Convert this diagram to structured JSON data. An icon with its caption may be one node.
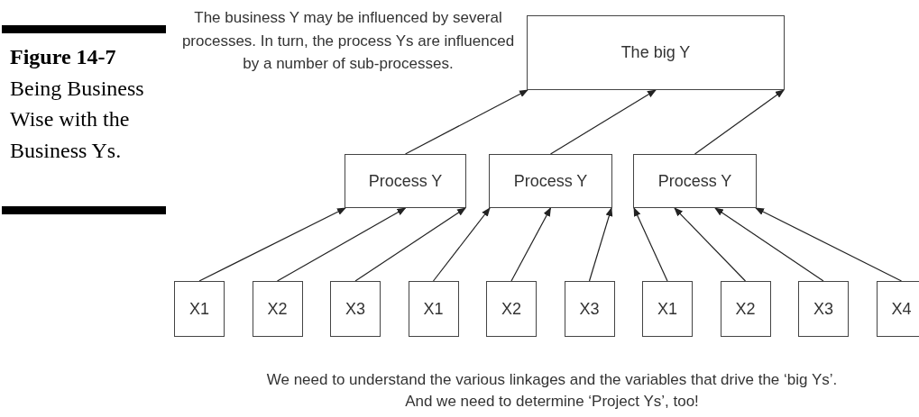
{
  "diagram": {
    "caption": "**Figure 14-7** Being Business Wise with the Business Ys.",
    "nodes": [
      {
        "text": [
          "The big Y"
        ]
      },
      {
        "text": [
          "Process Y"
        ]
      },
      {
        "text": [
          "Process Y"
        ]
      },
      {
        "text": [
          "Process Y"
        ]
      },
      {
        "text": [
          "X1"
        ]
      },
      {
        "text": [
          "X2"
        ]
      },
      {
        "text": [
          "X3"
        ]
      },
      {
        "text": [
          "X1"
        ]
      },
      {
        "text": [
          "X2"
        ]
      },
      {
        "text": [
          "X3"
        ]
      },
      {
        "text": [
          "X1"
        ]
      },
      {
        "text": [
          "X2"
        ]
      },
      {
        "text": [
          "X3"
        ]
      },
      {
        "text": [
          "X4"
        ]
      }
    ],
    "edges": [
      {
        "from": 1,
        "to": 0,
        "arrow": "to"
      },
      {
        "from": 2,
        "to": 0,
        "arrow": "to"
      },
      {
        "from": 3,
        "to": 0,
        "arrow": "to"
      },
      {
        "from": 4,
        "to": 1,
        "arrow": "to"
      },
      {
        "from": 5,
        "to": 1,
        "arrow": "to"
      },
      {
        "from": 6,
        "to": 1,
        "arrow": "to"
      },
      {
        "from": 7,
        "to": 2,
        "arrow": "to"
      },
      {
        "from": 8,
        "to": 2,
        "arrow": "to"
      },
      {
        "from": 9,
        "to": 2,
        "arrow": "to"
      },
      {
        "from": 10,
        "to": 3,
        "arrow": "to"
      },
      {
        "from": 11,
        "to": 3,
        "arrow": "to"
      },
      {
        "from": 12,
        "to": 3,
        "arrow": "to"
      },
      {
        "from": 13,
        "to": 3,
        "arrow": "to"
      }
    ],
    "labels": [
      "The business Y may be influenced by several processes. In turn, the process Ys are influenced by a number of sub-processes.",
      "We need to understand the various linkages and the variables that drive the ‘big Ys’. And we need to determine ‘Project Ys’, too!"
    ]
  }
}
